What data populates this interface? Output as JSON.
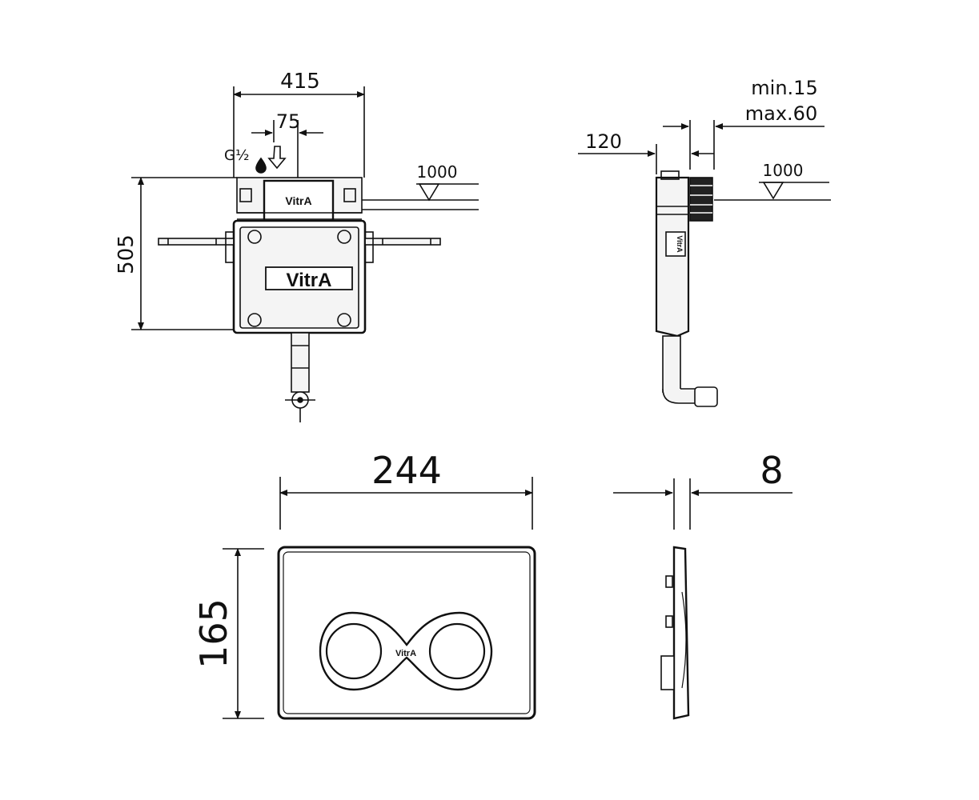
{
  "colors": {
    "ink": "#111111",
    "paper": "#ffffff",
    "panel_gray": "#f4f4f4"
  },
  "cistern_front": {
    "width": "415",
    "inlet_offset": "75",
    "inlet_thread": "G½",
    "height": "505",
    "level_mark": "1000",
    "brand_top": "VitrA",
    "brand_panel": "VitrA"
  },
  "cistern_side": {
    "wall_min": "min.15",
    "wall_max": "max.60",
    "depth": "120",
    "level_mark": "1000",
    "side_label": "VitrA"
  },
  "flush_plate": {
    "width": "244",
    "thickness": "8",
    "height": "165",
    "brand": "VitrA"
  }
}
